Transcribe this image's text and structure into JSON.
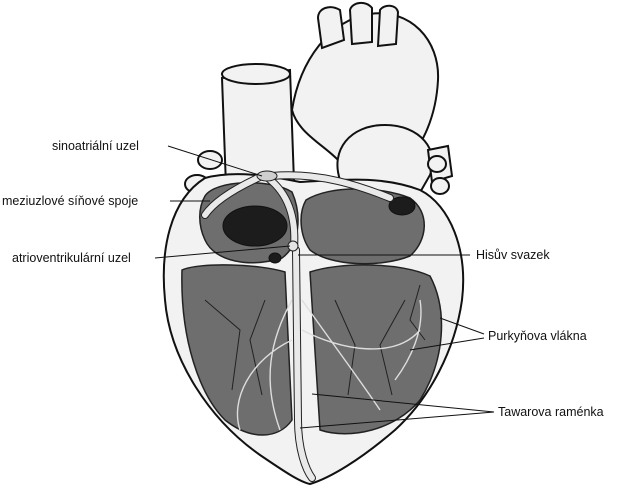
{
  "labels": {
    "sa_node": "sinoatriální uzel",
    "internodal": "meziuzlové síňové spoje",
    "av_node": "atrioventrikulární uzel",
    "his_bundle": "Hisův svazek",
    "purkinje": "Purkyňova vlákna",
    "tawara": "Tawarova raménka"
  },
  "colors": {
    "chamber": "#6e6e6e",
    "outline": "#111111",
    "tissue": "#f2f2f2"
  }
}
